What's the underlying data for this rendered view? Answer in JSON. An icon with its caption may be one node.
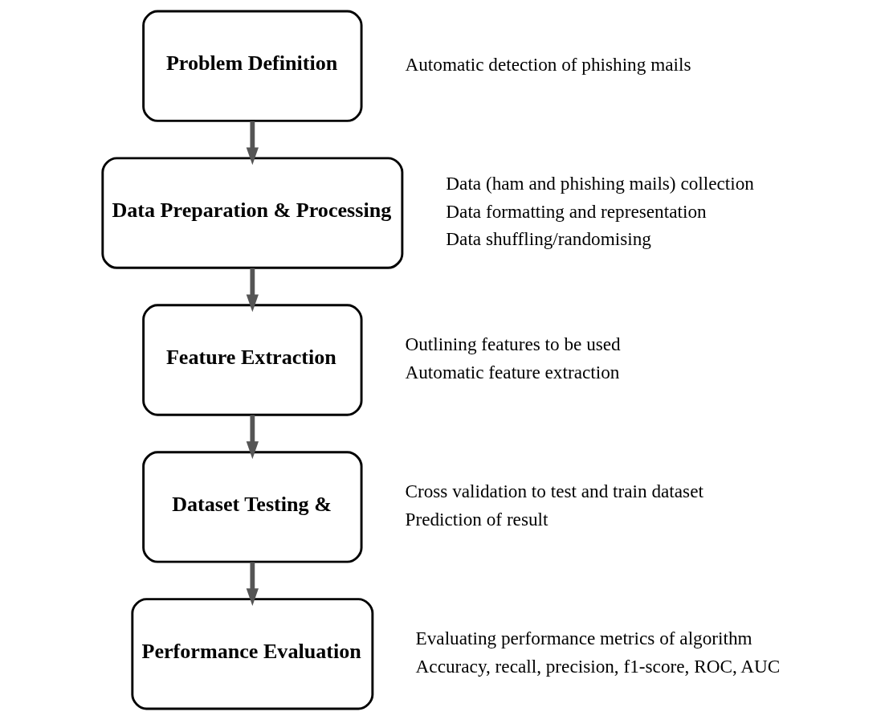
{
  "diagram": {
    "nodes": [
      {
        "text": [
          "Problem Definition"
        ],
        "beside": [
          "Automatic detection of phishing mails"
        ]
      },
      {
        "text": [
          "Data Preparation & Processing"
        ],
        "beside": [
          "Data (ham and phishing mails) collection",
          "Data formatting and representation",
          "Data shuffling/randomising"
        ]
      },
      {
        "text": [
          "Feature Extraction"
        ],
        "beside": [
          "Outlining features to be used",
          "Automatic feature extraction"
        ]
      },
      {
        "text": [
          "Dataset Testing &"
        ],
        "beside": [
          "Cross validation to test and train dataset",
          "Prediction of result"
        ]
      },
      {
        "text": [
          "Performance Evaluation"
        ],
        "beside": [
          "Evaluating performance metrics of algorithm",
          "Accuracy, recall, precision, f1-score, ROC, AUC"
        ]
      }
    ],
    "edges": [
      {
        "from": 0,
        "to": 1,
        "arrow": "to"
      },
      {
        "from": 1,
        "to": 2,
        "arrow": "to"
      },
      {
        "from": 2,
        "to": 3,
        "arrow": "to"
      },
      {
        "from": 3,
        "to": 4,
        "arrow": "to"
      }
    ]
  }
}
